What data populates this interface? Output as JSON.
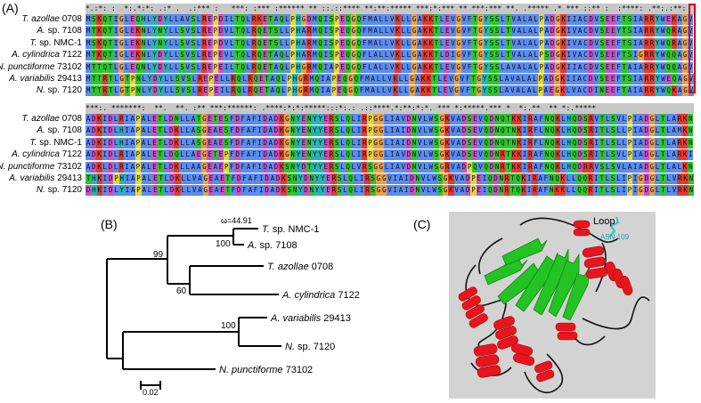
{
  "panels": {
    "a": "(A)",
    "b": "(B)",
    "c": "(C)"
  },
  "alignment": {
    "block1": {
      "consensus": "*.:*: :  *:.*:*: .:* .  .:*** :   ***: :*** :****** ** ::.::**** **:**:***** ***:*:*** ** ***:*** **. .***** .* *** ::** :  :****: .**:.:**:  ",
      "rows": [
        {
          "species": "T. azollae",
          "strain": "0708",
          "seq": "MSKQTIGLEQHLYDYLLAVSLREPDILTQLRKETAQLPHGDMQISPEQGQFMALLVKLLGAKKTLEVGVFTGYSSLTVALALPADGKIIACDVSEEFTSIARRYWEKAGV"
        },
        {
          "species": "A.",
          "strain": "sp. 7108",
          "seq": "MTKQTIGLEKNLYNYLLSVSLREPDVLTQLRQETSLLPHARMQISPEQGQFMALLVKLLGAKKTLEVGVFTGYSSLTVALALPADGKIVACDVSEEYTSIARRYWQRAGV"
        },
        {
          "species": "T.",
          "strain": "sp. NMC-1",
          "seq": "MSKQTIGLEKNLYNYLLSVSLREPDVLTQLRQETSLLPHARMQISPEQGQFMALLVKLLGAKKTLEVGVFTGYSSLTVALALPADGKIVACDVSEEFTSIARRYWQRAGV"
        },
        {
          "species": "A. cylindrica",
          "strain": "7122",
          "seq": "MTKQTIGLEKNLYDYLLSVSLREPEVLTQLRQETAQLPHARMQISPEQGQFLALLVKLLGAKKTLDIGVFTGYSSLTVALALPSDGKIVACDVSEEFTSIGRRYWQQAGV"
        },
        {
          "species": "N. punctiforme",
          "strain": "73102",
          "seq": "MTTQTLGLEQNLYDYLLSVSLREPEILTQLRQETAQLPHGRMQIAPEQGQFLALLVKLLGAKKTLEVGVFTGYSSLAVALALPADGKIIACDVSEEFTAIARRYWQQAGV"
        },
        {
          "species": "A. variabilis",
          "strain": "29413",
          "seq": "MTTRTLGTPNLYDYLLSVSLREPELLRQLRQETAQLPHGRMQIAPEQGQFMALLVKLLGAKKTLEVGVFTGYSSLAVALALPADGKIIACDVSEEFTSIARRYWEQAGV"
        },
        {
          "species": "N.",
          "strain": "sp. 7120",
          "seq": "MTTRTLGTPNLYDYLLSVSLREPEILRQLRQETAQLPHGRMQIAPEQGQFMALLVKLLGAKKTLEVGVFTGYSSLAVALALPAEGKLVACDINEEFTAIARRYWQKAGV"
        }
      ]
    },
    "block2": {
      "consensus": "***:. *******:  **.  **. :** ***:******: .****:*:*:*****:::*:.: .::****.*:**:*:*. *** *:*****.*** *  *:.**  ** *:.***** ",
      "rows": [
        {
          "species": "T. azollae",
          "strain": "0708",
          "seq": "ADKIDLRIAPALETLDNLLATGETESFDFAFIDADKGNYENYYERSLQLIRPGGLIAVDNVLWSGKVADSEVQDNQTKKIRAFNQKLHQDSRVTLSVLPIADGLTLARKN"
        },
        {
          "species": "A.",
          "strain": "sp. 7108",
          "seq": "ADKIDLHIAPALETLDKLLASGEAESFDFAFIDADKGNYENYYERSLQLIRPGGLIAIDNVLWSGKVADSEVQDNQTNKIRFLNQKLHQDSRITLSLLPIADGLTLAMKN"
        },
        {
          "species": "T.",
          "strain": "sp. NMC-1",
          "seq": "ADKIDLHIAPALETLDKLLASGEAESFDFAFIDADKGNYENYYERSLQLIRPGGLIAIDNVLWSGKVADSEVQDNQTNKIRFLNQKLHQDSRITLSLLPIADGLTLARKN"
        },
        {
          "species": "A. cylindrica",
          "strain": "7122",
          "seq": "ADKIDLRIAPALETLDQLLAEGETEPFDFAFIDADKGNYENYYERSLQLIRPGGLIAVDNVLWSGKVADSEVQDNRTKKIRAFNQKLHQDSRITLSVLPIADGLTLARKI"
        },
        {
          "species": "N. punctiforme",
          "strain": "73102",
          "seq": "ADKLDLRIAPALETLDKLLAAGEAEPFDFAFIDADKSNYDTYYERSLQLVRSGGLIAVDNVLWSGRVADPQVQDNRTKKIRAFNQKLHQDRRVSLSVLAIADGLTLALKN"
        },
        {
          "species": "A. variabilis",
          "strain": "29413",
          "seq": "THKIDPHIAPALETLDKLLVAGEAETFDFAFIDADKSNYDNYYERSLQLIRSGGVIAIDNVLWSGKVADPEIQDNRTQKIRAFNQKLLQQRITLSLIPIGDGLTLVRKN"
        },
        {
          "species": "N.",
          "strain": "sp. 7120",
          "seq": "DHKIDLYIAPALETLDKLLVAGEAETFDFAFIDADKSNYDNYYERSLQLIRSGGVIAIDNVLWSGKVADPEIQDNRTQKIRAFNKKLLQQRITLSLIPIGDGLTLVRKN"
        }
      ]
    }
  },
  "tree": {
    "omega_label": "ω=44.91",
    "bootstrap": [
      "100",
      "99",
      "60",
      "100"
    ],
    "leaves": [
      {
        "species": "T.",
        "strain": " sp. NMC-1"
      },
      {
        "species": "A.",
        "strain": " sp. 7108"
      },
      {
        "species": "T. azollae",
        "strain": " 0708"
      },
      {
        "species": "A. cylindrica",
        "strain": " 7122"
      },
      {
        "species": "A. variabilis",
        "strain": " 29413"
      },
      {
        "species": "N.",
        "strain": " sp. 7120"
      },
      {
        "species": "N. punctiforme",
        "strain": " 73102"
      }
    ],
    "scale_label": "0.02"
  },
  "structure": {
    "loop_label": "Loop",
    "residue_label": "ASN 109"
  },
  "colors": {
    "highlight_box": "#d0021b",
    "helix": "#e8141e",
    "strand": "#22c322",
    "loop_stick": "#35c1c1",
    "panel_bg": "#d3d3d3"
  }
}
